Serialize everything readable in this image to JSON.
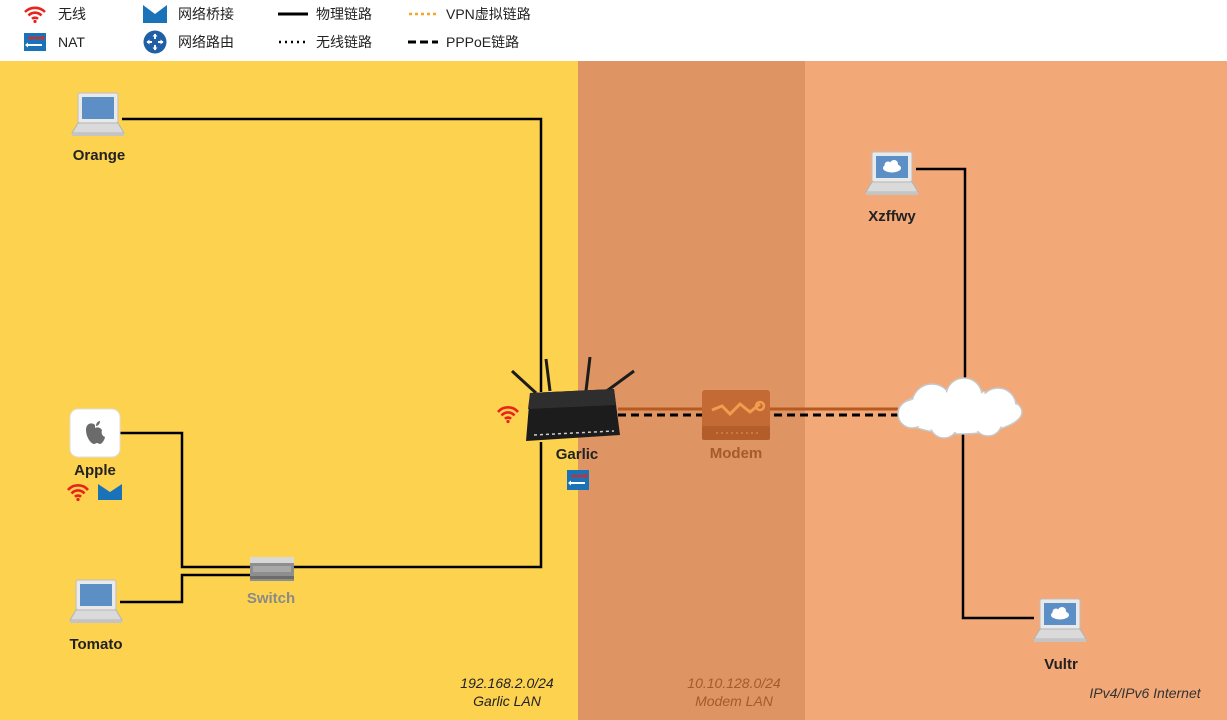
{
  "legend": {
    "wireless": "无线",
    "nat": "NAT",
    "bridge": "网络桥接",
    "routing": "网络路由",
    "physical_link": "物理链路",
    "wireless_link": "无线链路",
    "vpn_link": "VPN虚拟链路",
    "pppoe_link": "PPPoE链路"
  },
  "nodes": {
    "orange": "Orange",
    "apple": "Apple",
    "tomato": "Tomato",
    "switch": "Switch",
    "garlic": "Garlic",
    "modem": "Modem",
    "xzffwy": "Xzffwy",
    "vultr": "Vultr"
  },
  "zones": {
    "garlic_lan": {
      "subnet": "192.168.2.0/24",
      "name": "Garlic LAN"
    },
    "modem_lan": {
      "subnet": "10.10.128.0/24",
      "name": "Modem LAN"
    },
    "internet": {
      "name": "IPv4/IPv6 Internet"
    }
  },
  "colors": {
    "garlic_zone": "#fdd24f",
    "modem_zone": "#de9463",
    "internet_zone": "#f2a877",
    "wireless_icon": "#e8231a",
    "nat_icon": "#1a73b8",
    "vpn_line": "#f5a623",
    "modem_text": "#a85a2a"
  }
}
